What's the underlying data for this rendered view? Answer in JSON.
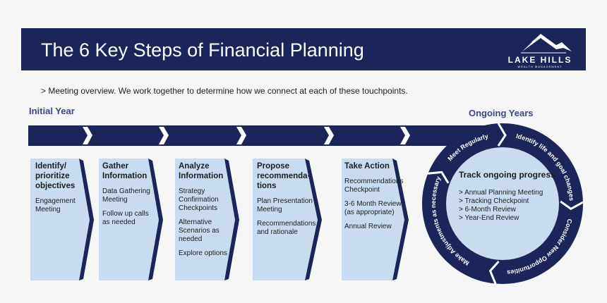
{
  "header": {
    "title": "The 6 Key Steps of Financial Planning",
    "logo_name": "LAKE HILLS",
    "logo_sub": "WEALTH MANAGEMENT"
  },
  "overview": "> Meeting overview. We work together to determine how we connect at each of these touchpoints.",
  "initial_year": "Initial Year",
  "ongoing_years": "Ongoing Years",
  "colors": {
    "navy": "#1c2559",
    "card": "#c8dbf0",
    "circle": "#c8dbf0",
    "accent_text": "#3a4888"
  },
  "steps": [
    {
      "title": "Identify/ prioritize objectives",
      "items": [
        "Engagement Meeting"
      ]
    },
    {
      "title": "Gather Information",
      "items": [
        "Data Gathering Meeting",
        "Follow up calls as needed"
      ]
    },
    {
      "title": "Analyze Information",
      "items": [
        "Strategy Confirmation Checkpoints",
        "Alternative Scenarios as needed",
        "Explore options"
      ]
    },
    {
      "title": "Propose recommenda-tions",
      "items": [
        "Plan Presentation Meeting",
        "Recommendations and rationale"
      ]
    },
    {
      "title": "Take Action",
      "items": [
        "Recommendations Checkpoint",
        "3-6 Month Review (as appropriate)",
        "Annual Review"
      ]
    }
  ],
  "track": {
    "title": "Track ongoing progress",
    "items": [
      "> Annual Planning Meeting",
      "> Tracking Checkpoint",
      "> 6-Month Review",
      "> Year-End Review"
    ]
  },
  "ring": {
    "meet": "Meet Regularly",
    "identify": "Identify life and goal changes",
    "consider": "Consider New Opportunities",
    "adjust": "Make Adjustments as necessary"
  }
}
